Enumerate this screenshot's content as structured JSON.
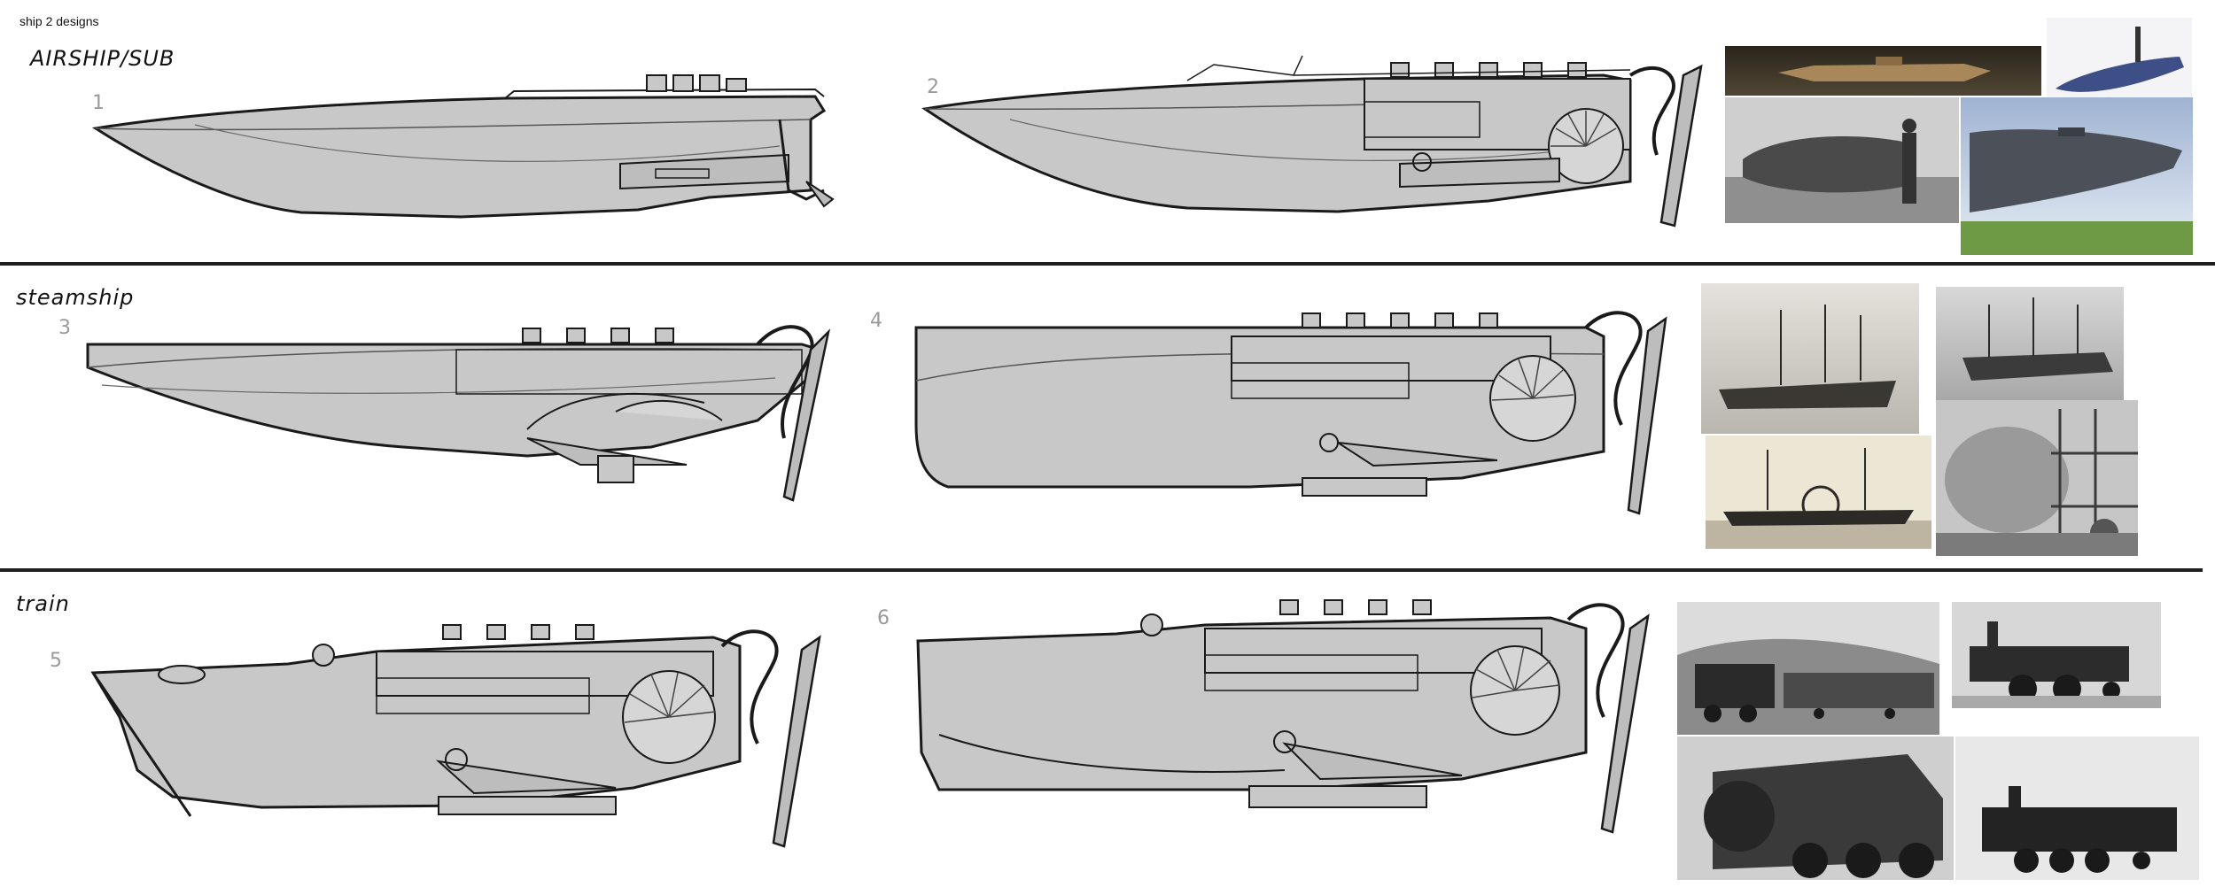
{
  "sheet": {
    "title": "ship 2 designs"
  },
  "rows": [
    {
      "label": "AIRSHIP/SUB",
      "designs": [
        {
          "number": "1"
        },
        {
          "number": "2"
        }
      ]
    },
    {
      "label": "steamship",
      "designs": [
        {
          "number": "3"
        },
        {
          "number": "4"
        }
      ]
    },
    {
      "label": "train",
      "designs": [
        {
          "number": "5"
        },
        {
          "number": "6"
        }
      ]
    }
  ],
  "colors": {
    "hull_fill": "#c8c8c8",
    "outline": "#1a1a1a",
    "divider": "#1e1e1e"
  }
}
